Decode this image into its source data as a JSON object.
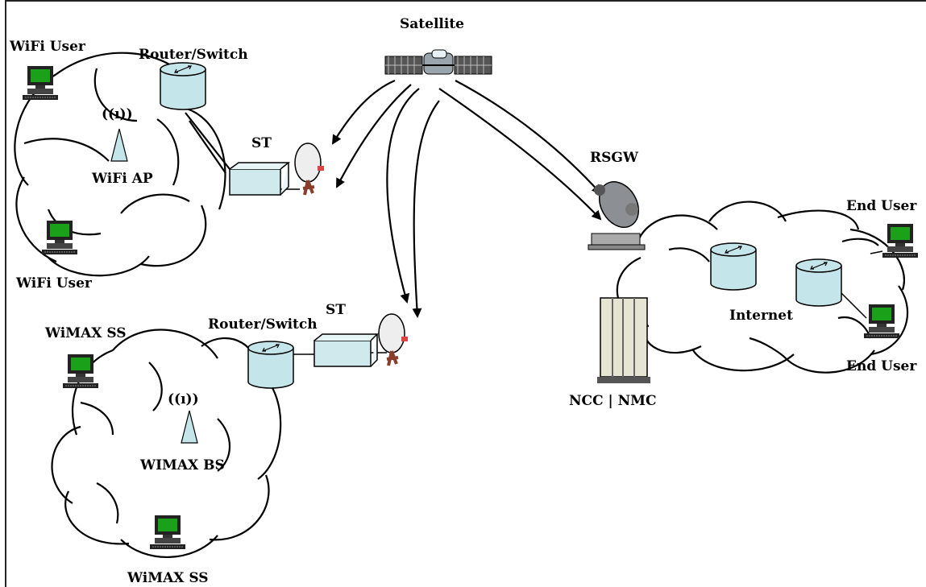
{
  "labels": {
    "satellite": "Satellite",
    "wifi_user_top": "WiFi User",
    "router_switch_top": "Router/Switch",
    "st_top": "ST",
    "wifi_ap": "WiFi AP",
    "wifi_user_bottom": "WiFi User",
    "rsgw": "RSGW",
    "end_user_top": "End User",
    "end_user_bottom": "End User",
    "internet": "Internet",
    "ncc_nmc": "NCC | NMC",
    "wimax_ss_top": "WiMAX SS",
    "router_switch_bottom": "Router/Switch",
    "st_bottom": "ST",
    "wimax_bs": "WIMAX BS",
    "wimax_ss_bottom": "WiMAX SS",
    "wireless_signal": "((ı))"
  },
  "colors": {
    "router_fill": "#c4e6ea",
    "st_box_fill": "#cfe9ed",
    "screen_green": "#1aa019",
    "ncc_fill": "#e6e4d2"
  },
  "icons": {
    "computer": "desktop-computer-icon",
    "router": "router-cylinder-icon",
    "dish": "satellite-dish-icon",
    "satellite": "satellite-icon",
    "antenna": "antenna-icon",
    "server": "server-rack-icon"
  }
}
